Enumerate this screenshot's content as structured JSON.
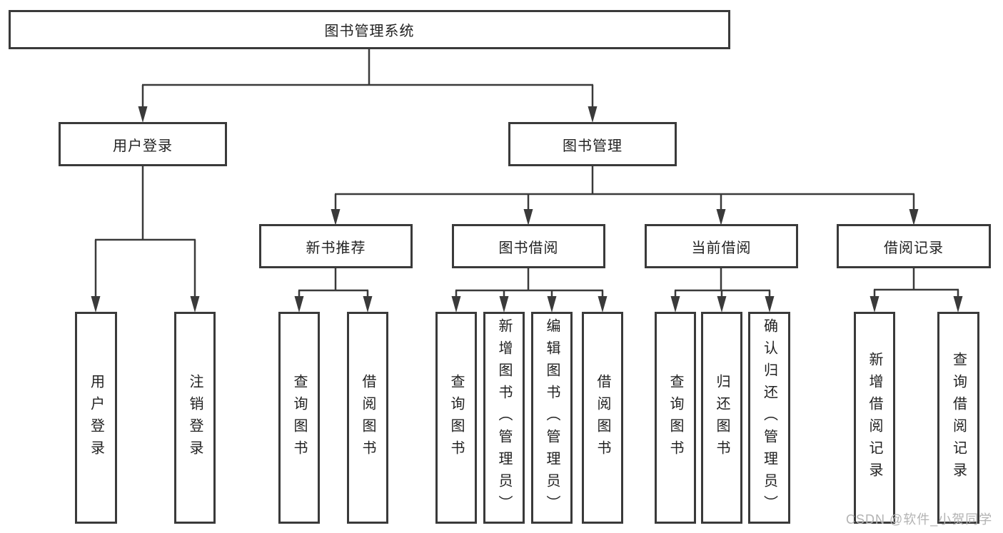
{
  "diagram": {
    "type": "hierarchy-tree",
    "colors": {
      "line": "#3a3a3a",
      "text": "#222222",
      "box_bg": "#ffffff",
      "watermark": "#b3b3b3"
    },
    "tree": {
      "root": {
        "label": "图书管理系统",
        "children": [
          {
            "label": "用户登录",
            "children": [
              {
                "label": "用户登录"
              },
              {
                "label": "注销登录"
              }
            ]
          },
          {
            "label": "图书管理",
            "children": [
              {
                "label": "新书推荐",
                "children": [
                  {
                    "label": "查询图书"
                  },
                  {
                    "label": "借阅图书"
                  }
                ]
              },
              {
                "label": "图书借阅",
                "children": [
                  {
                    "label": "查询图书"
                  },
                  {
                    "label": "新增图书（管理员）"
                  },
                  {
                    "label": "编辑图书（管理员）"
                  },
                  {
                    "label": "借阅图书"
                  }
                ]
              },
              {
                "label": "当前借阅",
                "children": [
                  {
                    "label": "查询图书"
                  },
                  {
                    "label": "归还图书"
                  },
                  {
                    "label": "确认归还（管理员）"
                  }
                ]
              },
              {
                "label": "借阅记录",
                "children": [
                  {
                    "label": "新增借阅记录"
                  },
                  {
                    "label": "查询借阅记录"
                  }
                ]
              }
            ]
          }
        ]
      }
    }
  },
  "watermark": {
    "text": "CSDN @软件_小贺同学"
  }
}
